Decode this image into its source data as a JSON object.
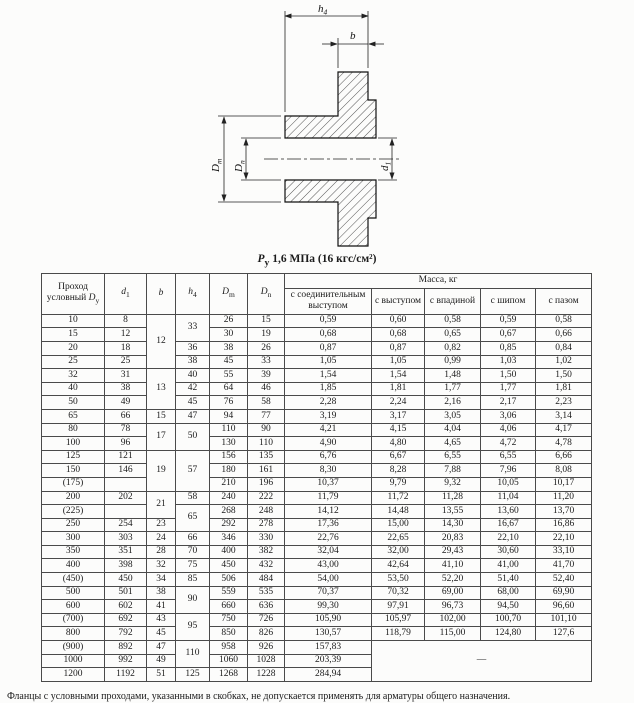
{
  "title": {
    "p": "P",
    "p_sub": "у",
    "rest": " 1,6 МПа (16 кгс/см²)"
  },
  "drawing": {
    "h_base": "h",
    "h_sub": "4",
    "b": "b",
    "dm_base": "D",
    "dm_sub": "m",
    "dn_base": "D",
    "dn_sub": "n",
    "d1_base": "d",
    "d1_sub": "1"
  },
  "table": {
    "headers": {
      "pass_line1": "Проход",
      "pass_line2": "условный ",
      "pass_d": "D",
      "pass_sub": "у",
      "d1_base": "d",
      "d1_sub": "1",
      "b": "b",
      "h4_base": "h",
      "h4_sub": "4",
      "dm_base": "D",
      "dm_sub": "m",
      "dn_base": "D",
      "dn_sub": "n",
      "mass_group": "Масса, кг",
      "mass_cols": [
        "с соединительным выступом",
        "с выступом",
        "с впадиной",
        "с шипом",
        "с пазом"
      ]
    },
    "rows": [
      [
        "10",
        "8",
        {
          "v": "12",
          "rs": 4
        },
        {
          "v": "33",
          "rs": 2
        },
        "26",
        "15",
        "0,59",
        "0,60",
        "0,58",
        "0,59",
        "0,58"
      ],
      [
        "15",
        "12",
        "30",
        "19",
        "0,68",
        "0,68",
        "0,65",
        "0,67",
        "0,66"
      ],
      [
        "20",
        "18",
        "36",
        "38",
        "26",
        "0,87",
        "0,87",
        "0,82",
        "0,85",
        "0,84"
      ],
      [
        "25",
        "25",
        "38",
        "45",
        "33",
        "1,05",
        "1,05",
        "0,99",
        "1,03",
        "1,02"
      ],
      [
        "32",
        "31",
        {
          "v": "13",
          "rs": 3
        },
        "40",
        "55",
        "39",
        "1,54",
        "1,54",
        "1,48",
        "1,50",
        "1,50"
      ],
      [
        "40",
        "38",
        "42",
        "64",
        "46",
        "1,85",
        "1,81",
        "1,77",
        "1,77",
        "1,81"
      ],
      [
        "50",
        "49",
        "45",
        "76",
        "58",
        "2,28",
        "2,24",
        "2,16",
        "2,17",
        "2,23"
      ],
      [
        "65",
        "66",
        "15",
        "47",
        "94",
        "77",
        "3,19",
        "3,17",
        "3,05",
        "3,06",
        "3,14"
      ],
      [
        "80",
        "78",
        {
          "v": "17",
          "rs": 2
        },
        {
          "v": "50",
          "rs": 2
        },
        "110",
        "90",
        "4,21",
        "4,15",
        "4,04",
        "4,06",
        "4,17"
      ],
      [
        "100",
        "96",
        "130",
        "110",
        "4,90",
        "4,80",
        "4,65",
        "4,72",
        "4,78"
      ],
      [
        "125",
        "121",
        {
          "v": "19",
          "rs": 3
        },
        {
          "v": "57",
          "rs": 3
        },
        "156",
        "135",
        "6,76",
        "6,67",
        "6,55",
        "6,55",
        "6,66"
      ],
      [
        "150",
        "146",
        "180",
        "161",
        "8,30",
        "8,28",
        "7,88",
        "7,96",
        "8,08"
      ],
      [
        "(175)",
        "",
        "210",
        "196",
        "10,37",
        "9,79",
        "9,32",
        "10,05",
        "10,17"
      ],
      [
        "200",
        "202",
        {
          "v": "21",
          "rs": 2
        },
        "58",
        "240",
        "222",
        "11,79",
        "11,72",
        "11,28",
        "11,04",
        "11,20"
      ],
      [
        "(225)",
        "",
        {
          "v": "65",
          "rs": 2
        },
        "268",
        "248",
        "14,12",
        "14,48",
        "13,55",
        "13,60",
        "13,70"
      ],
      [
        "250",
        "254",
        "23",
        "292",
        "278",
        "17,36",
        "15,00",
        "14,30",
        "16,67",
        "16,86"
      ],
      [
        "300",
        "303",
        "24",
        "66",
        "346",
        "330",
        "22,76",
        "22,65",
        "20,83",
        "22,10",
        "22,10"
      ],
      [
        "350",
        "351",
        "28",
        "70",
        "400",
        "382",
        "32,04",
        "32,00",
        "29,43",
        "30,60",
        "33,10"
      ],
      [
        "400",
        "398",
        "32",
        "75",
        "450",
        "432",
        "43,00",
        "42,64",
        "41,10",
        "41,00",
        "41,70"
      ],
      [
        "(450)",
        "450",
        "34",
        "85",
        "506",
        "484",
        "54,00",
        "53,50",
        "52,20",
        "51,40",
        "52,40"
      ],
      [
        "500",
        "501",
        "38",
        {
          "v": "90",
          "rs": 2
        },
        "559",
        "535",
        "70,37",
        "70,32",
        "69,00",
        "68,00",
        "69,90"
      ],
      [
        "600",
        "602",
        "41",
        "660",
        "636",
        "99,30",
        "97,91",
        "96,73",
        "94,50",
        "96,60"
      ],
      [
        "(700)",
        "692",
        "43",
        {
          "v": "95",
          "rs": 2
        },
        "750",
        "726",
        "105,90",
        "105,97",
        "102,00",
        "100,70",
        "101,10"
      ],
      [
        "800",
        "792",
        "45",
        "850",
        "826",
        "130,57",
        "118,79",
        "115,00",
        "124,80",
        "127,6"
      ],
      [
        "(900)",
        "892",
        "47",
        {
          "v": "110",
          "rs": 2
        },
        "958",
        "926",
        "157,83",
        {
          "v": "—",
          "rs": 3,
          "cs": 4
        }
      ],
      [
        "1000",
        "992",
        "49",
        "1060",
        "1028",
        "203,39"
      ],
      [
        "1200",
        "1192",
        "51",
        "125",
        "1268",
        "1228",
        "284,94"
      ]
    ]
  },
  "note": "Фланцы с условными проходами, указанными в скобках, не допускается применять для арматуры общего назначения."
}
